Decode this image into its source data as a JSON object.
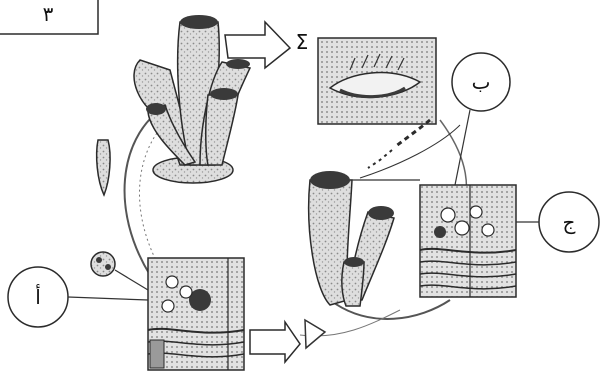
{
  "figure_number": "٣",
  "labels": {
    "a": "أ",
    "b": "ب",
    "c": "ج",
    "sigma": "Σ"
  },
  "stroke_color": "#2b2b2b",
  "texture_color": "#8a8a8a",
  "panel_fill": "#d9d9d9",
  "sponge_fill": "#dcdcdc",
  "dark_fill": "#3a3a3a"
}
